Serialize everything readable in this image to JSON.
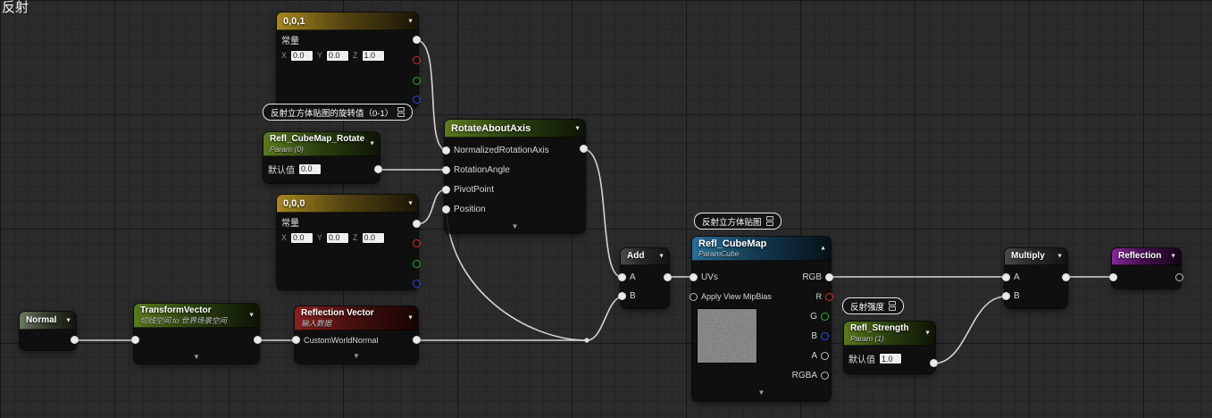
{
  "canvas": {
    "corner_label": "反射"
  },
  "bubbles": {
    "rotate": "反射立方体贴图的旋转值（0-1）",
    "cubemap": "反射立方体贴图",
    "strength": "反射强度"
  },
  "nodes": {
    "const001": {
      "title": "0,0,1",
      "section": "常量",
      "x_label": "X",
      "x_value": "0.0",
      "y_label": "Y",
      "y_value": "0.0",
      "z_label": "Z",
      "z_value": "1.0"
    },
    "const000": {
      "title": "0,0,0",
      "section": "常量",
      "x_label": "X",
      "x_value": "0.0",
      "y_label": "Y",
      "y_value": "0.0",
      "z_label": "Z",
      "z_value": "0.0"
    },
    "rotate_param": {
      "title": "Refl_CubeMap_Rotate",
      "subtitle": "Param (0)",
      "default_label": "默认值",
      "default_value": "0.0"
    },
    "rotate_about": {
      "title": "RotateAboutAxis",
      "inputs": [
        "NormalizedRotationAxis",
        "RotationAngle",
        "PivotPoint",
        "Position"
      ]
    },
    "normal": {
      "title": "Normal"
    },
    "transform_vector": {
      "title": "TransformVector",
      "subtitle": "切线空间 to 世界场景空间"
    },
    "reflection_vector": {
      "title": "Reflection Vector",
      "subtitle": "输入数据",
      "input_label": "CustomWorldNormal"
    },
    "add": {
      "title": "Add",
      "input_a": "A",
      "input_b": "B"
    },
    "cubemap": {
      "title": "Refl_CubeMap",
      "subtitle": "ParamCube",
      "input_uvs": "UVs",
      "input_mipbias": "Apply View MipBias",
      "out_rgb": "RGB",
      "out_r": "R",
      "out_g": "G",
      "out_b": "B",
      "out_a": "A",
      "out_rgba": "RGBA"
    },
    "strength": {
      "title": "Refl_Strength",
      "subtitle": "Param (1)",
      "default_label": "默认值",
      "default_value": "1.0"
    },
    "multiply": {
      "title": "Multiply",
      "input_a": "A",
      "input_b": "B"
    },
    "reflection": {
      "title": "Reflection"
    }
  },
  "colors": {
    "header_constant": "#a8871f",
    "header_param_green": "#5b7a1e",
    "header_red": "#8c1f1f",
    "header_blue": "#2a6f97",
    "header_dark": "#4a4a4a",
    "header_purple": "#87279c",
    "pin_red": "#d32f2f",
    "pin_green": "#2eae2e",
    "pin_blue": "#2c49d8",
    "pin_white": "#e9e9e9",
    "wire": "#dcdcdc"
  }
}
